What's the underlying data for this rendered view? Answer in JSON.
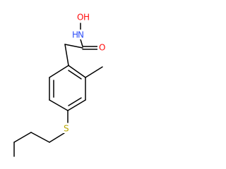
{
  "molecule": {
    "atoms": {
      "hydroxy_N_H": {
        "text": "H",
        "color": "#3050f8"
      },
      "hydroxy_N_N": {
        "text": "N",
        "color": "#3050f8"
      },
      "hydroxy_O_O": {
        "text": "O",
        "color": "#ff0d0d"
      },
      "hydroxy_O_H": {
        "text": "H",
        "color": "#ff0d0d"
      },
      "carbonyl_O": {
        "text": "O",
        "color": "#ff0d0d"
      },
      "sulfur": {
        "text": "S",
        "color": "#b8a800"
      }
    },
    "bond_color": "#000000"
  }
}
